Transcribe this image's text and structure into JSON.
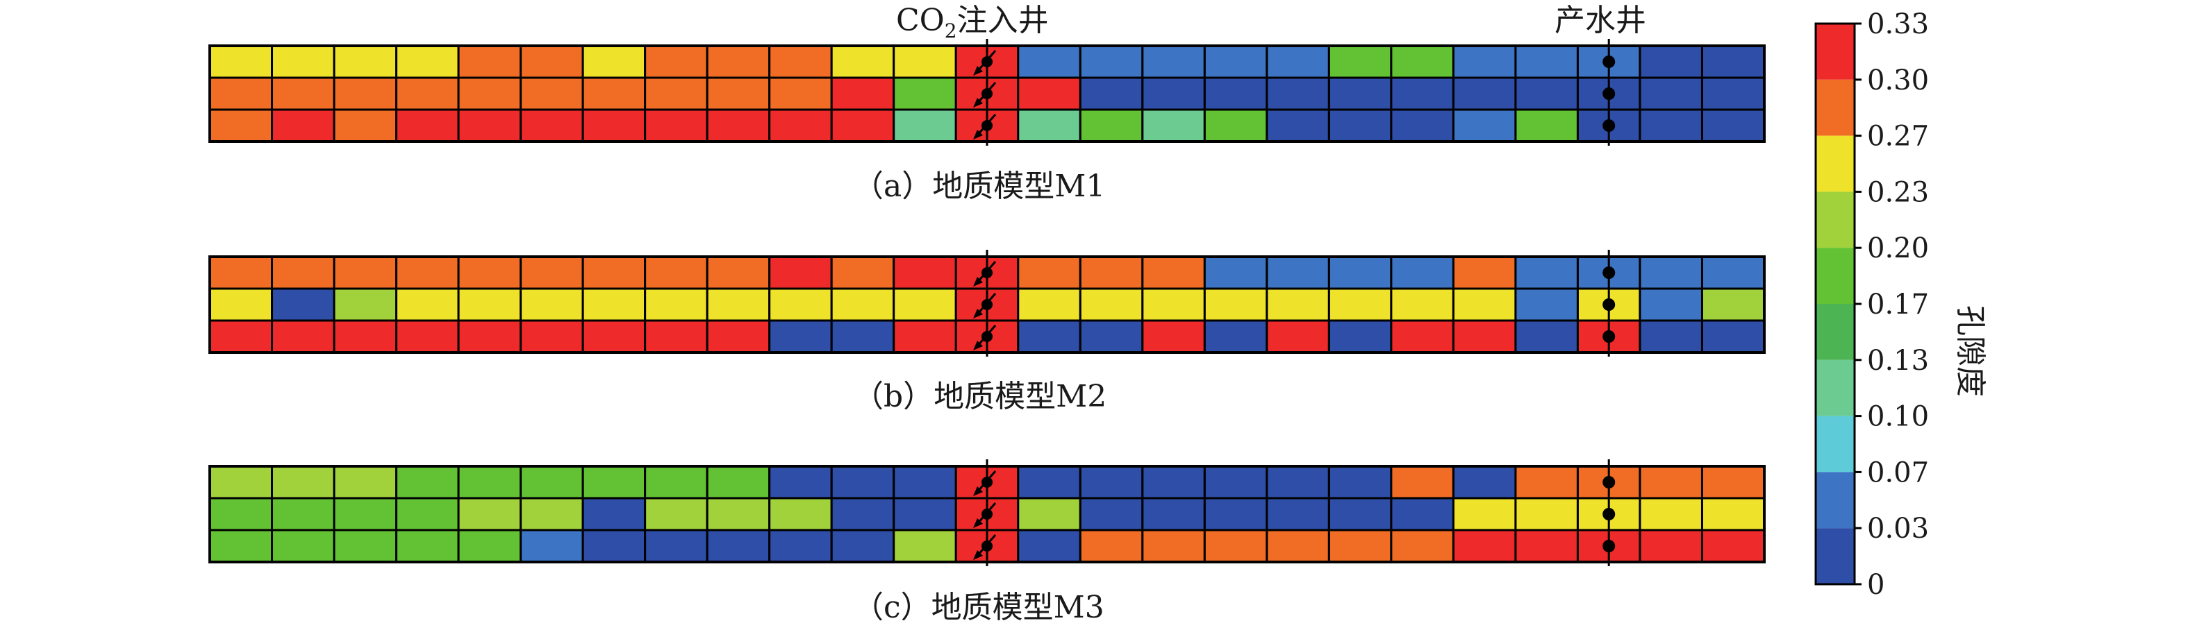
{
  "well_labels": {
    "injector_prefix": "CO",
    "injector_sub": "2",
    "injector_suffix": "注入井",
    "producer": "产水井"
  },
  "colorbar": {
    "title": "孔隙度",
    "ticks": [
      "0.33",
      "0.30",
      "0.27",
      "0.23",
      "0.20",
      "0.17",
      "0.13",
      "0.10",
      "0.07",
      "0.03",
      "0"
    ],
    "bins": [
      {
        "min": 0.3,
        "max": 0.33,
        "color": "#EE2A2A"
      },
      {
        "min": 0.27,
        "max": 0.3,
        "color": "#F16C25"
      },
      {
        "min": 0.23,
        "max": 0.27,
        "color": "#EEE22A"
      },
      {
        "min": 0.2,
        "max": 0.23,
        "color": "#A1D23C"
      },
      {
        "min": 0.17,
        "max": 0.2,
        "color": "#62C234"
      },
      {
        "min": 0.13,
        "max": 0.17,
        "color": "#4DB454"
      },
      {
        "min": 0.1,
        "max": 0.13,
        "color": "#6CCB91"
      },
      {
        "min": 0.07,
        "max": 0.1,
        "color": "#5ECCD8"
      },
      {
        "min": 0.03,
        "max": 0.07,
        "color": "#3D74C4"
      },
      {
        "min": 0.0,
        "max": 0.03,
        "color": "#2E4EA7"
      }
    ]
  },
  "models": [
    {
      "caption": "（a）地质模型M1",
      "grid": [
        "YYYYOOYOOOYYRBBBBBGGBBBDD",
        "OOOOOOOOOORGRRDDDDDDDDDDD",
        "ORORRRRRRRRTRTGTGDDDBGDDD"
      ]
    },
    {
      "caption": "（b）地质模型M2",
      "grid": [
        "OOOOOOOOORORROOOBBBBOBBBB",
        "YDLYYYYYYYYYRYYYYYYYYBYBL",
        "RRRRRRRRRDDRRDDRDRDRRDRDD"
      ]
    },
    {
      "caption": "（c）地质模型M3",
      "grid": [
        "LLLGGGGGGDDDRDDDDDDODOOOO",
        "GGGGLLDLLLDDRLDDDDDDYYYYY",
        "GGGGGBDDDDDLRDOOOOOORRRRR"
      ]
    }
  ],
  "palette_key": {
    "R": "#EE2A2A",
    "O": "#F16C25",
    "Y": "#EEE22A",
    "L": "#A1D23C",
    "G": "#62C234",
    "T": "#6CCB91",
    "B": "#3D74C4",
    "D": "#2E4EA7"
  },
  "injector_column": 12,
  "producer_column": 22
}
